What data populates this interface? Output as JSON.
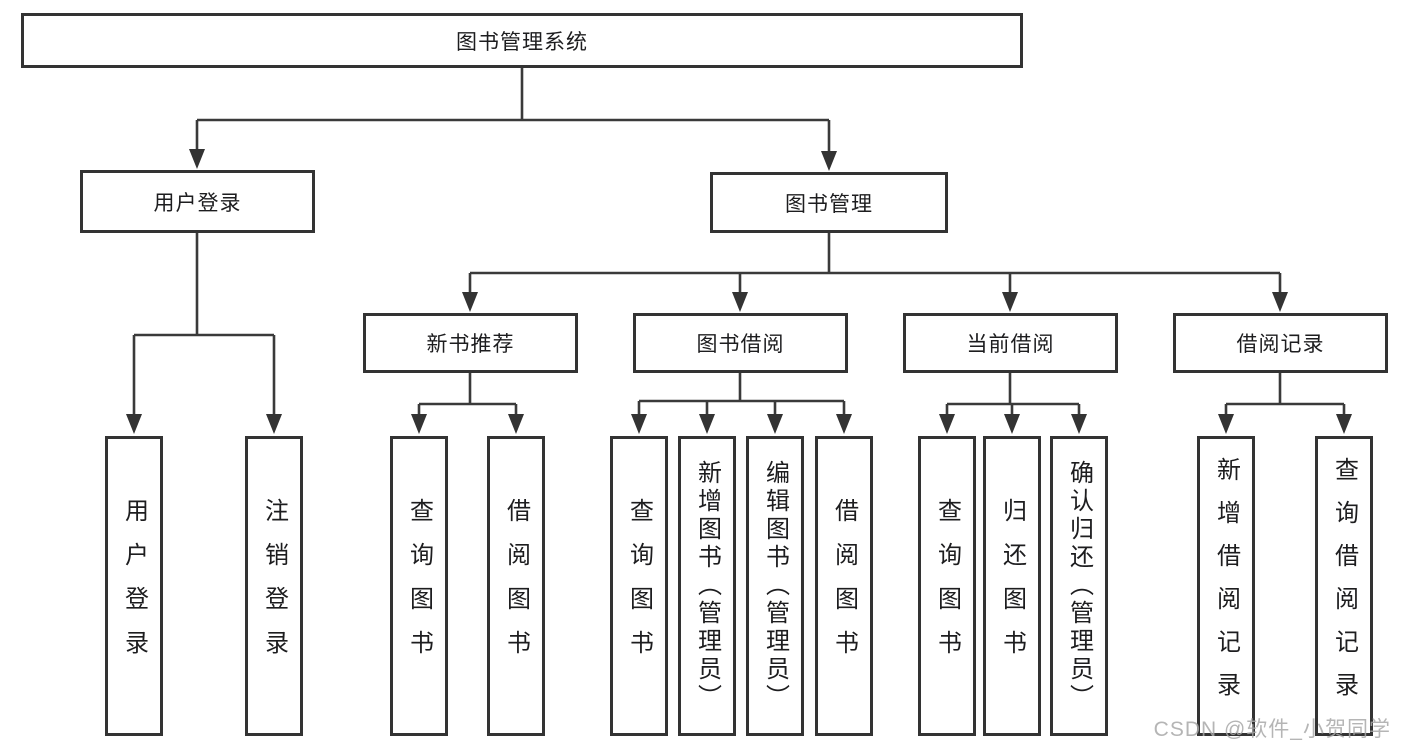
{
  "colors": {
    "line": "#3a3a3a",
    "box_border": "#333333",
    "text": "#1d1d1f",
    "watermark": "#a8a8a8"
  },
  "watermark": "CSDN @软件_小贺同学",
  "nodes": {
    "root": "图书管理系统",
    "user_login": "用户登录",
    "book_mgmt": "图书管理",
    "new_book_rec": "新书推荐",
    "book_borrow": "图书借阅",
    "current_borrow": "当前借阅",
    "borrow_records": "借阅记录",
    "leaf_user_login": "用户登录",
    "leaf_logout": "注销登录",
    "leaf_query_book_rec": "查询图书",
    "leaf_borrow_book_rec": "借阅图书",
    "leaf_query_book_borrow": "查询图书",
    "leaf_add_book": "新增图书（管理员）",
    "leaf_edit_book": "编辑图书（管理员）",
    "leaf_borrow_book_borrow": "借阅图书",
    "leaf_query_book_current": "查询图书",
    "leaf_return_book": "归还图书",
    "leaf_confirm_return": "确认归还（管理员）",
    "leaf_add_record": "新增借阅记录",
    "leaf_query_record": "查询借阅记录"
  }
}
